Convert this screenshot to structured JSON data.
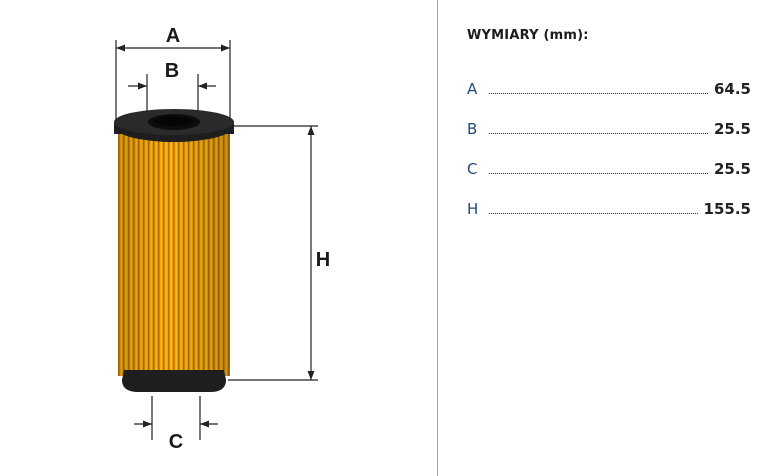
{
  "drawing": {
    "labels": {
      "a": "A",
      "b": "B",
      "c": "C",
      "h": "H"
    },
    "colors": {
      "filter_body": "#f2a300",
      "filter_pleat_dark": "#b86d00",
      "filter_pleat_light": "#ffc22e",
      "end_cap": "#1e1e1e",
      "dimension_line": "#222222"
    }
  },
  "specs": {
    "title": "WYMIARY",
    "unit": "(mm):",
    "rows": [
      {
        "key": "A",
        "value": "64.5"
      },
      {
        "key": "B",
        "value": "25.5"
      },
      {
        "key": "C",
        "value": "25.5"
      },
      {
        "key": "H",
        "value": "155.5"
      }
    ],
    "key_color": "#1f4a7a"
  }
}
